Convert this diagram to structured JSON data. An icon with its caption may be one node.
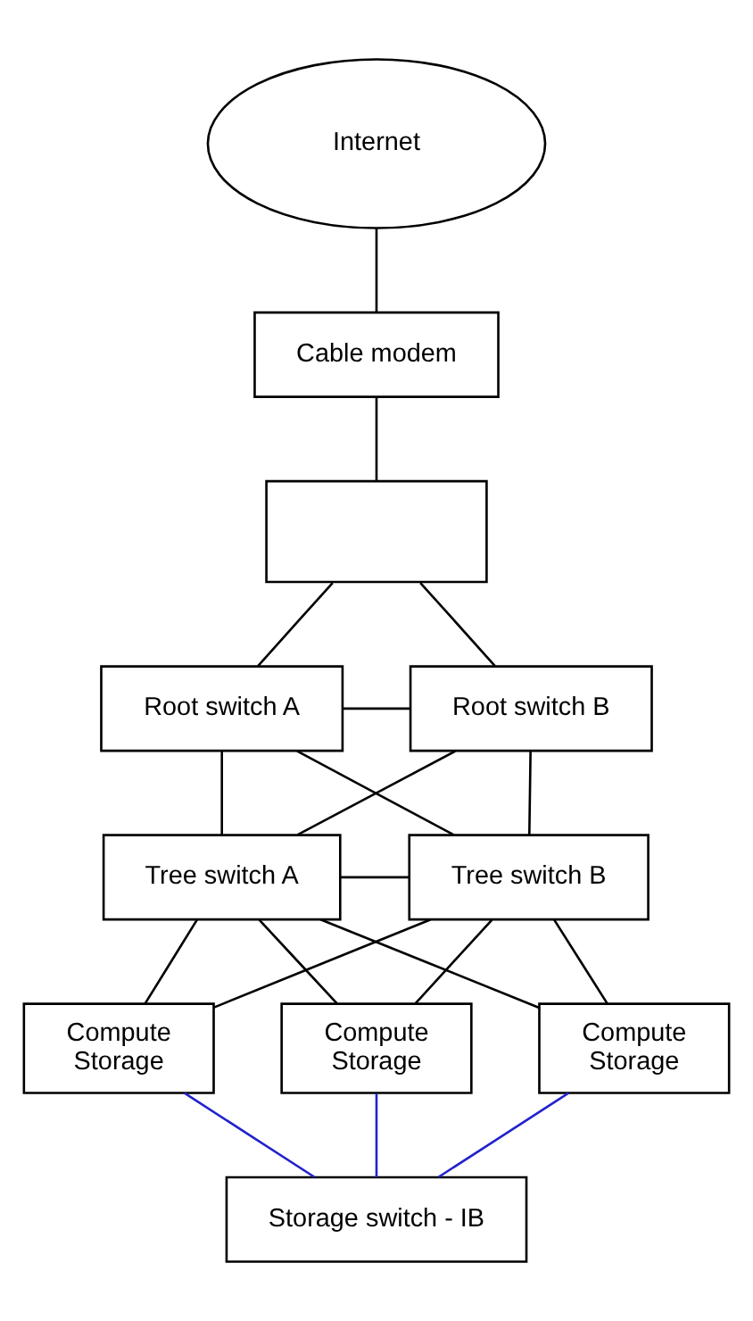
{
  "diagram": {
    "nodes": [
      {
        "text": [
          "Internet"
        ]
      },
      {
        "text": [
          "Cable modem"
        ]
      },
      {
        "text": [],
        "shape": "box"
      },
      {
        "text": [
          "Root switch A"
        ]
      },
      {
        "text": [
          "Root switch B"
        ]
      },
      {
        "text": [
          "Tree switch A"
        ]
      },
      {
        "text": [
          "Tree switch B"
        ]
      },
      {
        "text": [
          "Compute",
          "Storage"
        ]
      },
      {
        "text": [
          "Compute",
          "Storage"
        ]
      },
      {
        "text": [
          "Compute",
          "Storage"
        ]
      },
      {
        "text": [
          "Storage switch - IB"
        ]
      }
    ],
    "edges": [
      {
        "from": 0,
        "to": 1,
        "arrow": "none"
      },
      {
        "from": 1,
        "to": 2,
        "arrow": "none"
      },
      {
        "from": 2,
        "to": 3,
        "arrow": "none"
      },
      {
        "from": 2,
        "to": 4,
        "arrow": "none"
      },
      {
        "from": 3,
        "to": 4,
        "arrow": "none"
      },
      {
        "from": 3,
        "to": 5,
        "arrow": "none"
      },
      {
        "from": 3,
        "to": 6,
        "arrow": "none"
      },
      {
        "from": 4,
        "to": 5,
        "arrow": "none"
      },
      {
        "from": 4,
        "to": 6,
        "arrow": "none"
      },
      {
        "from": 5,
        "to": 6,
        "arrow": "none"
      },
      {
        "from": 5,
        "to": 7,
        "arrow": "none"
      },
      {
        "from": 5,
        "to": 8,
        "arrow": "none"
      },
      {
        "from": 5,
        "to": 9,
        "arrow": "none"
      },
      {
        "from": 6,
        "to": 7,
        "arrow": "none"
      },
      {
        "from": 6,
        "to": 8,
        "arrow": "none"
      },
      {
        "from": 6,
        "to": 9,
        "arrow": "none"
      },
      {
        "from": 7,
        "to": 10,
        "arrow": "none",
        "color": "#2222cc"
      },
      {
        "from": 8,
        "to": 10,
        "arrow": "none",
        "color": "#2222cc"
      },
      {
        "from": 9,
        "to": 10,
        "arrow": "none",
        "color": "#2222cc"
      }
    ]
  }
}
